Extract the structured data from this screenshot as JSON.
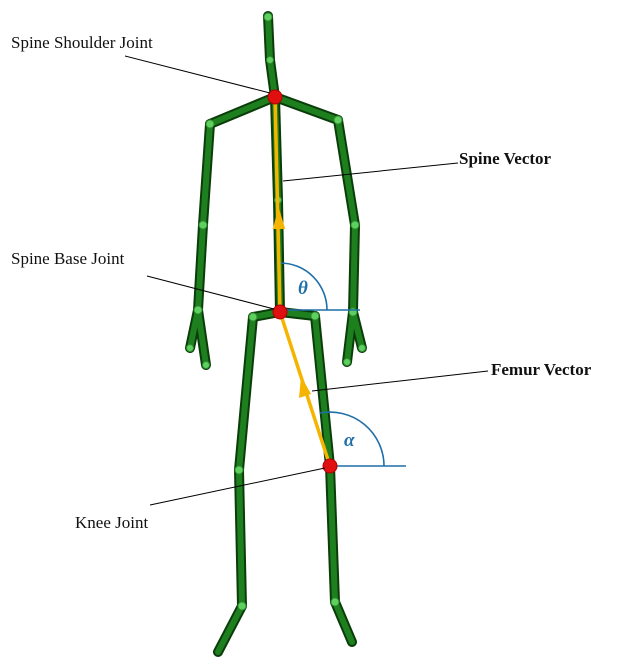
{
  "colors": {
    "bone": "#1e7f1e",
    "bone_outline": "#0b3d0b",
    "joint": "#5fcf5f",
    "key_joint": "#e01010",
    "vector": "#f5b400",
    "angle_arc": "#1f6fa8",
    "leader_line": "#000000"
  },
  "labels": {
    "spine_shoulder_joint": "Spine Shoulder Joint",
    "spine_vector": "Spine Vector",
    "spine_base_joint": "Spine Base Joint",
    "femur_vector": "Femur Vector",
    "knee_joint": "Knee Joint"
  },
  "angles": {
    "spine_angle_symbol": "θ",
    "femur_angle_symbol": "α"
  }
}
